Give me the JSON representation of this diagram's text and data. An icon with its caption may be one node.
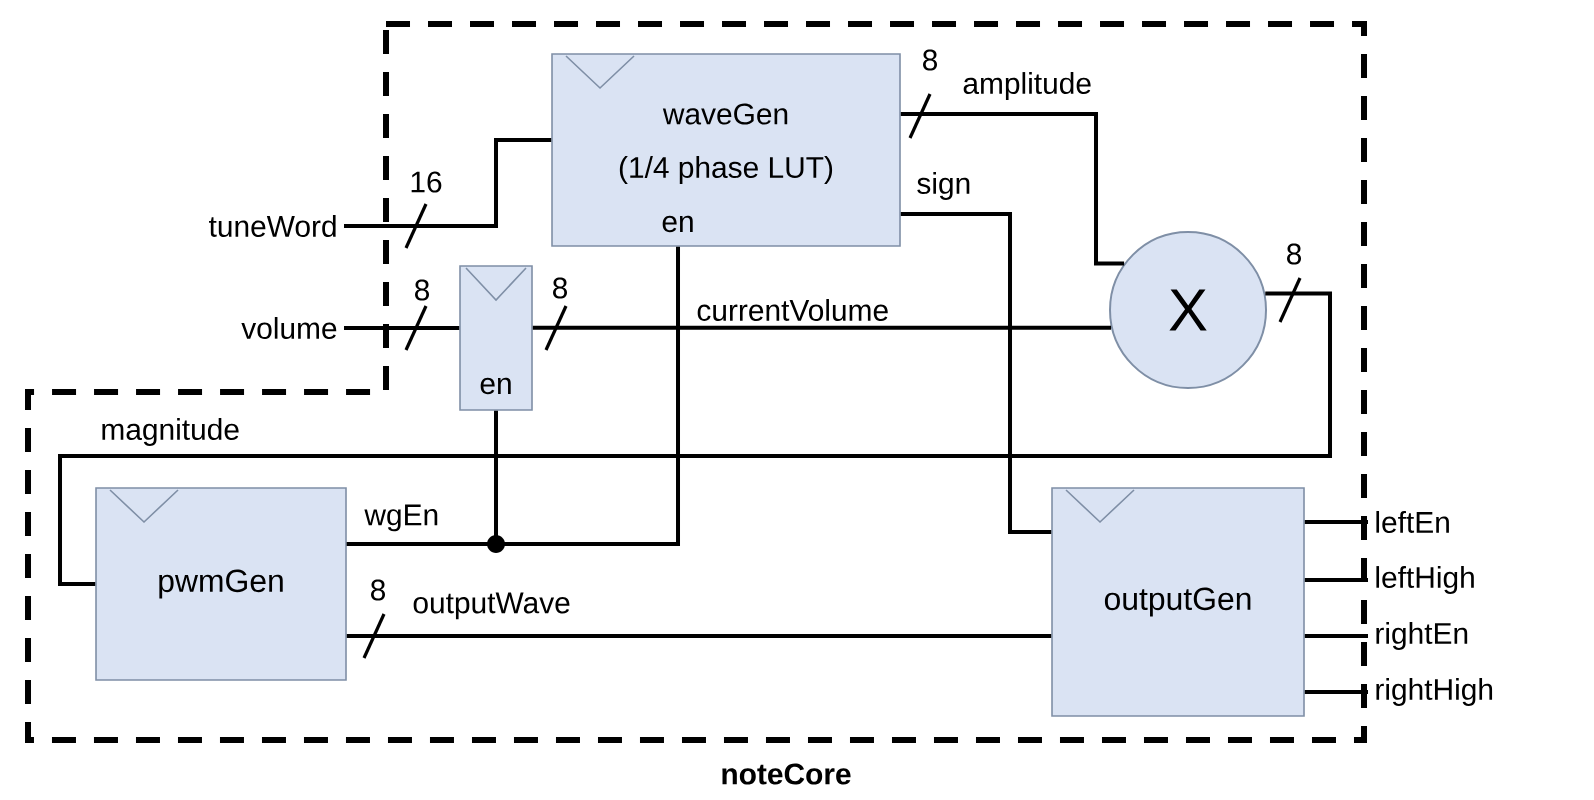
{
  "diagram": {
    "nodes": [
      {
        "text": [
          "noteCore"
        ]
      },
      {
        "text": [
          "waveGen",
          "(1/4 phase LUT)",
          "en"
        ],
        "in": 0
      },
      {
        "text": [
          "tuneWord"
        ]
      },
      {
        "text": [
          "volume"
        ]
      },
      {
        "text": [
          "en"
        ],
        "in": 0
      },
      {
        "text": [
          "X"
        ],
        "in": 0
      },
      {
        "text": [
          "pwmGen"
        ],
        "in": 0
      },
      {
        "text": [
          "outputGen"
        ],
        "in": 0
      },
      {
        "text": [
          "leftEn"
        ]
      },
      {
        "text": [
          "leftHigh"
        ]
      },
      {
        "text": [
          "rightEn"
        ]
      },
      {
        "text": [
          "rightHigh"
        ]
      }
    ],
    "edges": [
      {
        "from": 2,
        "to": 1,
        "arrow": "none"
      },
      {
        "from": 3,
        "to": 4,
        "arrow": "none"
      },
      {
        "from": 4,
        "to": 5,
        "arrow": "none",
        "label": "currentVolume"
      },
      {
        "from": 1,
        "to": 5,
        "arrow": "none",
        "label": "amplitude"
      },
      {
        "from": 1,
        "to": 7,
        "arrow": "none",
        "label": "sign"
      },
      {
        "from": 5,
        "to": 6,
        "arrow": "none",
        "label": "magnitude"
      },
      {
        "from": 6,
        "to": 1,
        "arrow": "none",
        "label": "wgEn"
      },
      {
        "from": 6,
        "to": 4,
        "arrow": "none"
      },
      {
        "from": 6,
        "to": 7,
        "arrow": "none",
        "label": "outputWave"
      },
      {
        "from": 7,
        "to": 8,
        "arrow": "none"
      },
      {
        "from": 7,
        "to": 9,
        "arrow": "none"
      },
      {
        "from": 7,
        "to": 10,
        "arrow": "none"
      },
      {
        "from": 7,
        "to": 11,
        "arrow": "none"
      }
    ],
    "labels": [
      "8",
      "16",
      "8",
      "8",
      "8",
      "8"
    ]
  }
}
